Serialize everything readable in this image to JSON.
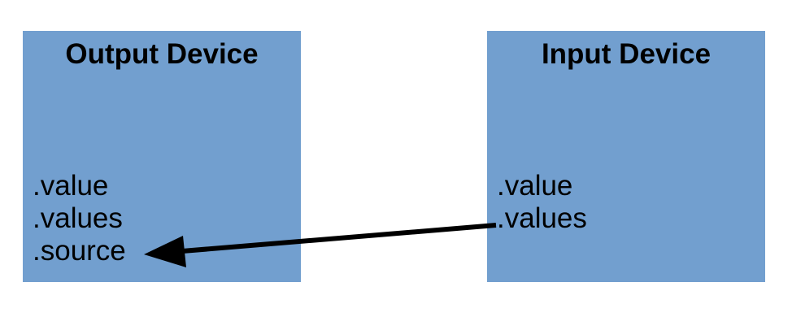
{
  "page": {
    "background": "#ffffff"
  },
  "diagram": {
    "output_device": {
      "title": "Output Device",
      "fill": "#729FCF",
      "text_color": "#000000",
      "properties": [
        ".value",
        ".values",
        ".source"
      ]
    },
    "input_device": {
      "title": "Input Device",
      "fill": "#729FCF",
      "text_color": "#000000",
      "properties": [
        ".value",
        ".values"
      ]
    },
    "connector": {
      "description": "arrow from Input Device .values to Output Device .source",
      "color": "#000000"
    }
  }
}
